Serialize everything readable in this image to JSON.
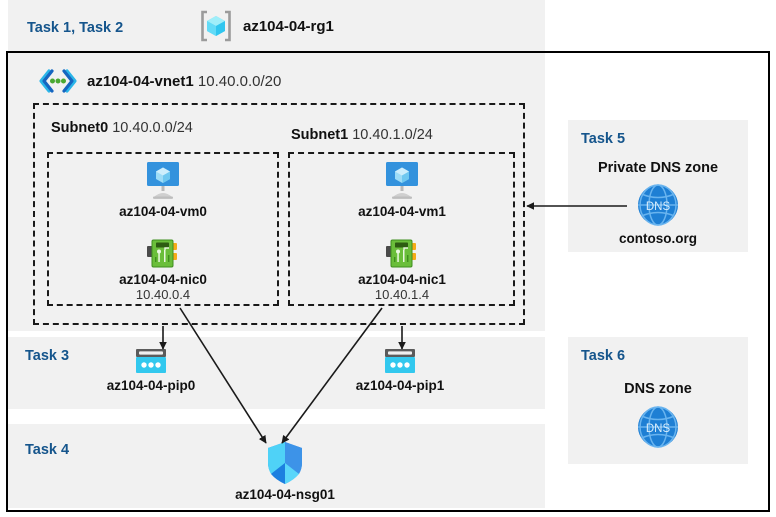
{
  "diagram": {
    "title_bar": {
      "task_label": "Task 1, Task 2",
      "resource_group": "az104-04-rg1",
      "rg_icon": "resource-group-cube-icon"
    },
    "vnet": {
      "name": "az104-04-vnet1",
      "cidr": "10.40.0.0/20",
      "icon": "virtual-network-icon"
    },
    "subnets": [
      {
        "name": "Subnet0",
        "cidr": "10.40.0.0/24",
        "vm": {
          "name": "az104-04-vm0",
          "icon": "virtual-machine-icon"
        },
        "nic": {
          "name": "az104-04-nic0",
          "ip": "10.40.0.4",
          "icon": "network-interface-icon"
        }
      },
      {
        "name": "Subnet1",
        "cidr": "10.40.1.0/24",
        "vm": {
          "name": "az104-04-vm1",
          "icon": "virtual-machine-icon"
        },
        "nic": {
          "name": "az104-04-nic1",
          "ip": "10.40.1.4",
          "icon": "network-interface-icon"
        }
      }
    ],
    "task3": {
      "label": "Task 3",
      "pips": [
        {
          "name": "az104-04-pip0",
          "icon": "public-ip-address-icon"
        },
        {
          "name": "az104-04-pip1",
          "icon": "public-ip-address-icon"
        }
      ]
    },
    "task4": {
      "label": "Task 4",
      "nsg": {
        "name": "az104-04-nsg01",
        "icon": "network-security-group-shield-icon"
      }
    },
    "task5": {
      "label": "Task 5",
      "title": "Private DNS zone",
      "zone_name": "contoso.org",
      "icon": "dns-globe-icon",
      "icon_text": "DNS"
    },
    "task6": {
      "label": "Task 6",
      "title": "DNS zone",
      "icon": "dns-globe-icon",
      "icon_text": "DNS"
    },
    "colors": {
      "task_label_blue": "#15558c",
      "panel_gray": "#f1f1f1",
      "page_white": "#ffffff",
      "vm_blue": "#3392dd",
      "nic_green": "#5fb237",
      "pip_cyan": "#32c8ee",
      "nsg_blue": "#2e8ae6",
      "dns_blue": "#1e7fd4",
      "border_black": "#000000"
    }
  }
}
